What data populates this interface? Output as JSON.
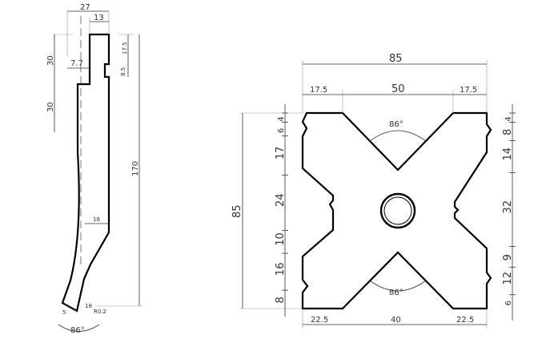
{
  "punch_profile": {
    "width_total": "27",
    "width_tang": "13",
    "height_upper": "30",
    "height_lower": "30",
    "offset": "7.7",
    "slot_top": "17.5",
    "slot_height": "8.5",
    "height_total": "170",
    "neck_width": "16",
    "tip_left": "5",
    "tip_right": "18",
    "tip_radius": "R0.2",
    "tip_angle": "86°"
  },
  "die_block": {
    "width_total": "85",
    "top_left": "17.5",
    "top_mid": "50",
    "top_right": "17.5",
    "top_angle": "86°",
    "bottom_angle": "86°",
    "height_total": "85",
    "left_dims": [
      "4",
      "6",
      "17",
      "24",
      "10",
      "16",
      "8"
    ],
    "right_dims": [
      "4",
      "8",
      "14",
      "32",
      "9",
      "12",
      "6"
    ],
    "bottom_left": "22.5",
    "bottom_mid": "40",
    "bottom_right": "22.5"
  }
}
